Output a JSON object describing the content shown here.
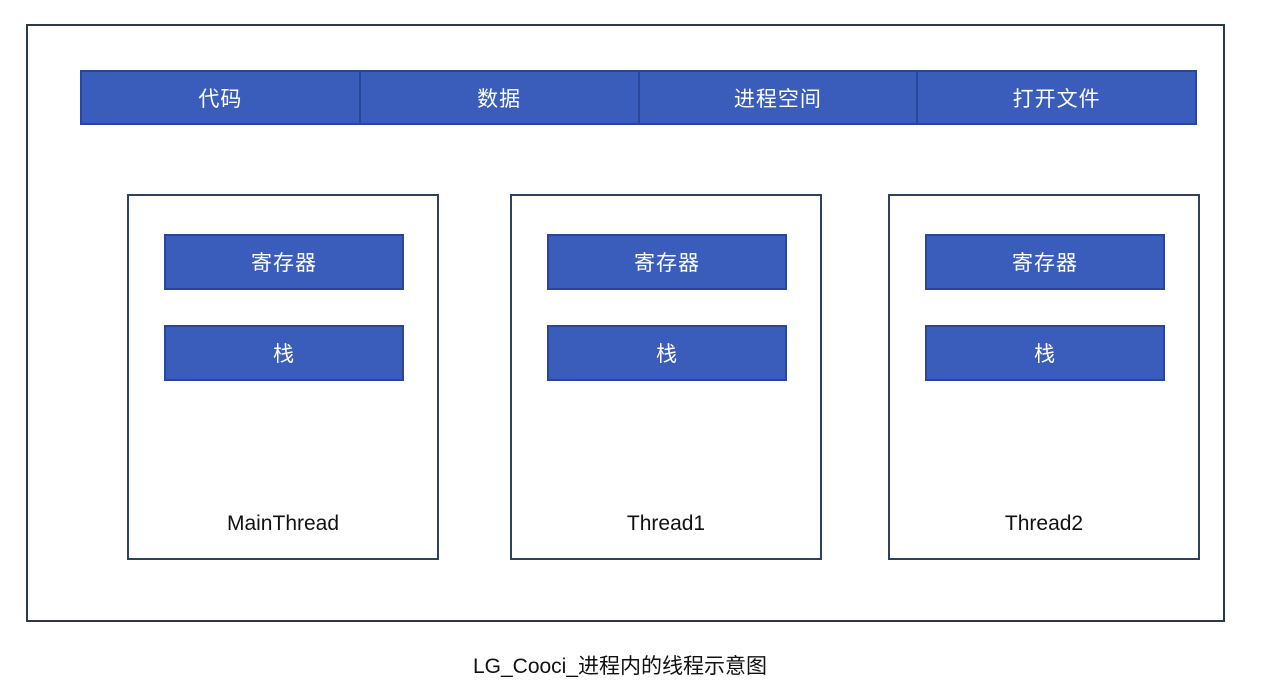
{
  "colors": {
    "block_fill": "#3a5cba",
    "block_border": "#2a4698",
    "outline_border": "#2a3950",
    "text_on_blue": "#ffffff",
    "text_dark": "#111111"
  },
  "process_bar": {
    "segments": [
      {
        "label": "代码"
      },
      {
        "label": "数据"
      },
      {
        "label": "进程空间"
      },
      {
        "label": "打开文件"
      }
    ]
  },
  "threads": [
    {
      "name": "MainThread",
      "blocks": {
        "registers": "寄存器",
        "stack": "栈"
      }
    },
    {
      "name": "Thread1",
      "blocks": {
        "registers": "寄存器",
        "stack": "栈"
      }
    },
    {
      "name": "Thread2",
      "blocks": {
        "registers": "寄存器",
        "stack": "栈"
      }
    }
  ],
  "caption": "LG_Cooci_进程内的线程示意图"
}
